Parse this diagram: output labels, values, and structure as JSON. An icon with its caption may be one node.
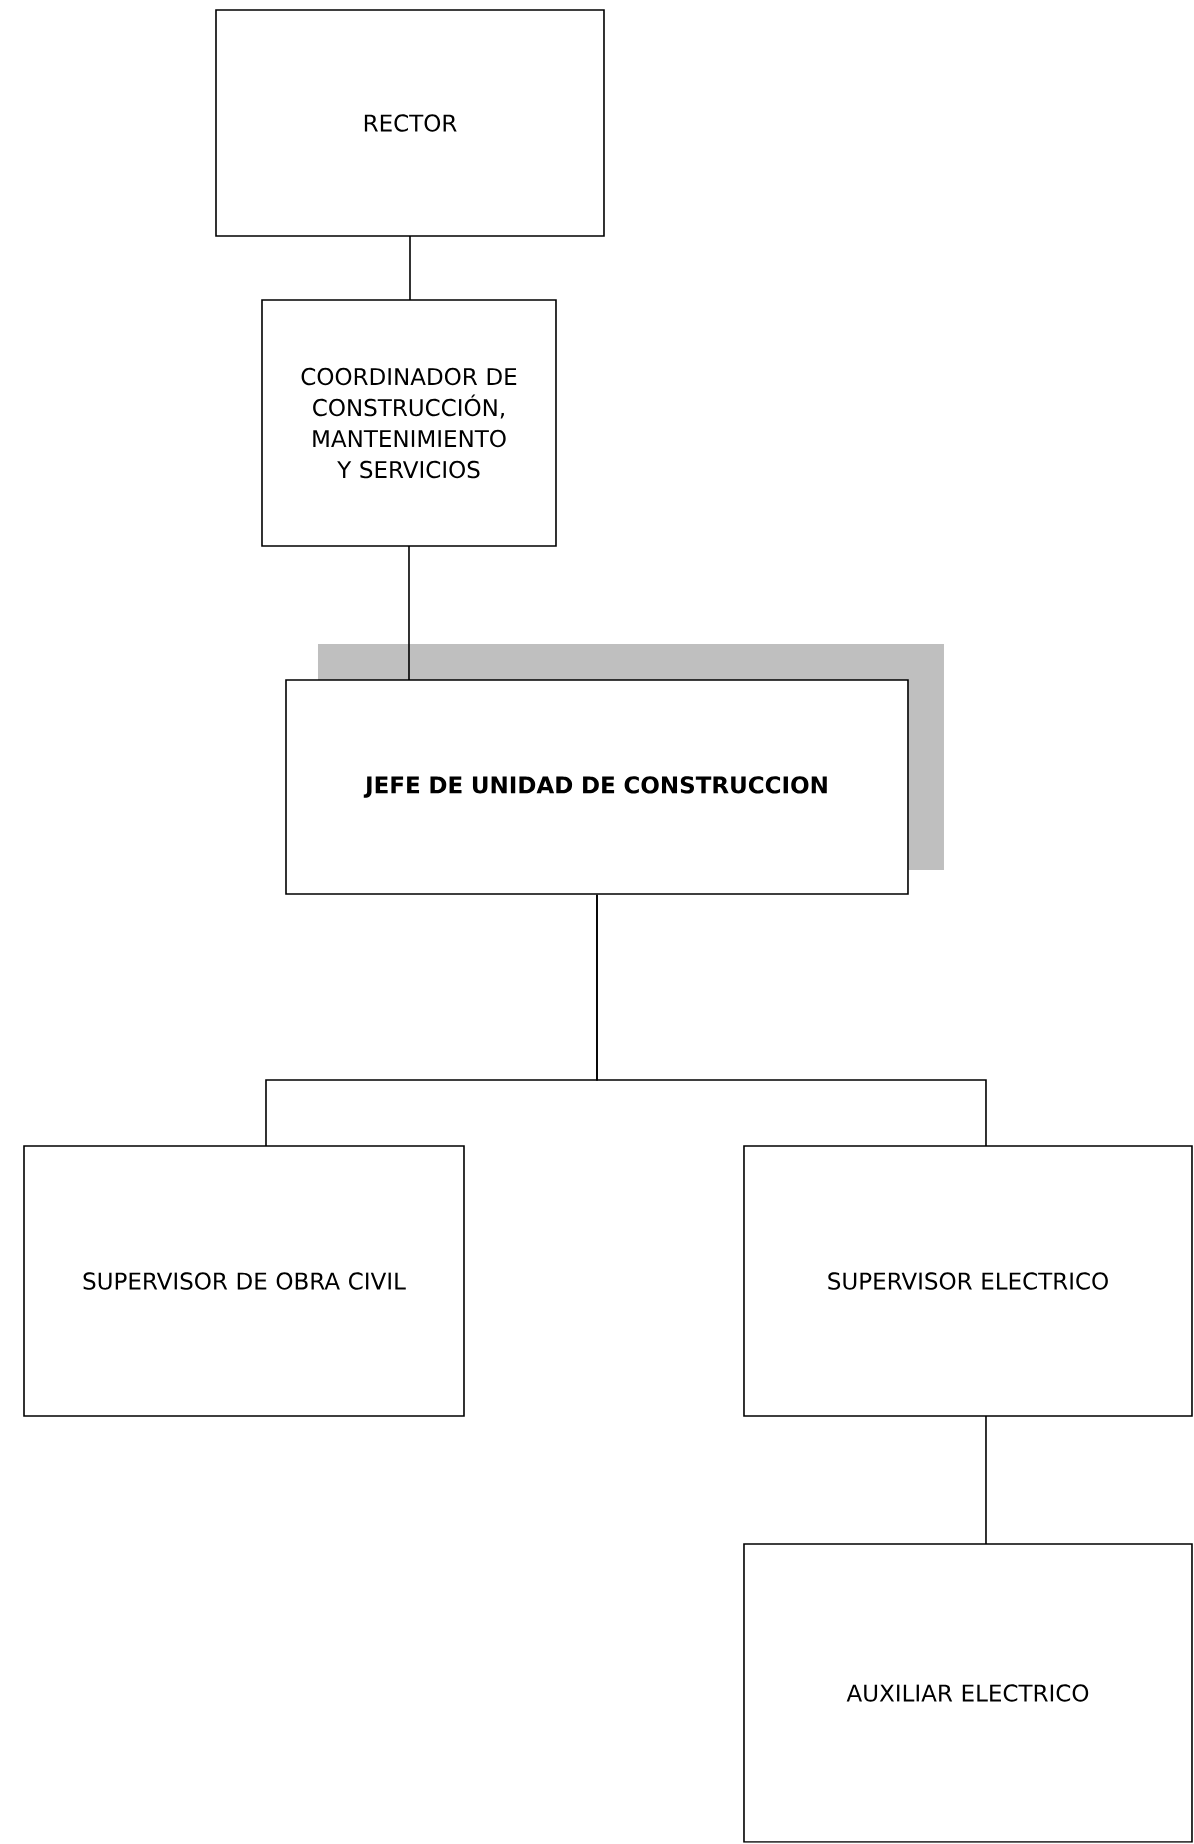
{
  "diagram": {
    "nodes": [
      {
        "text": [
          "RECTOR"
        ]
      },
      {
        "text": [
          "COORDINADOR DE CONSTRUCCIÓN, MANTENIMIENTO Y SERVICIOS"
        ]
      },
      {
        "text": [
          "JEFE DE UNIDAD DE CONSTRUCCION"
        ]
      },
      {
        "text": [
          "SUPERVISOR DE OBRA CIVIL"
        ]
      },
      {
        "text": [
          "SUPERVISOR ELECTRICO"
        ]
      },
      {
        "text": [
          "AUXILIAR ELECTRICO"
        ]
      }
    ],
    "edges": [
      {
        "from": 0,
        "to": 1,
        "arrow": "none"
      },
      {
        "from": 1,
        "to": 2,
        "arrow": "none"
      },
      {
        "from": 2,
        "to": 3,
        "arrow": "none"
      },
      {
        "from": 2,
        "to": 4,
        "arrow": "none"
      },
      {
        "from": 4,
        "to": 5,
        "arrow": "none"
      }
    ]
  }
}
